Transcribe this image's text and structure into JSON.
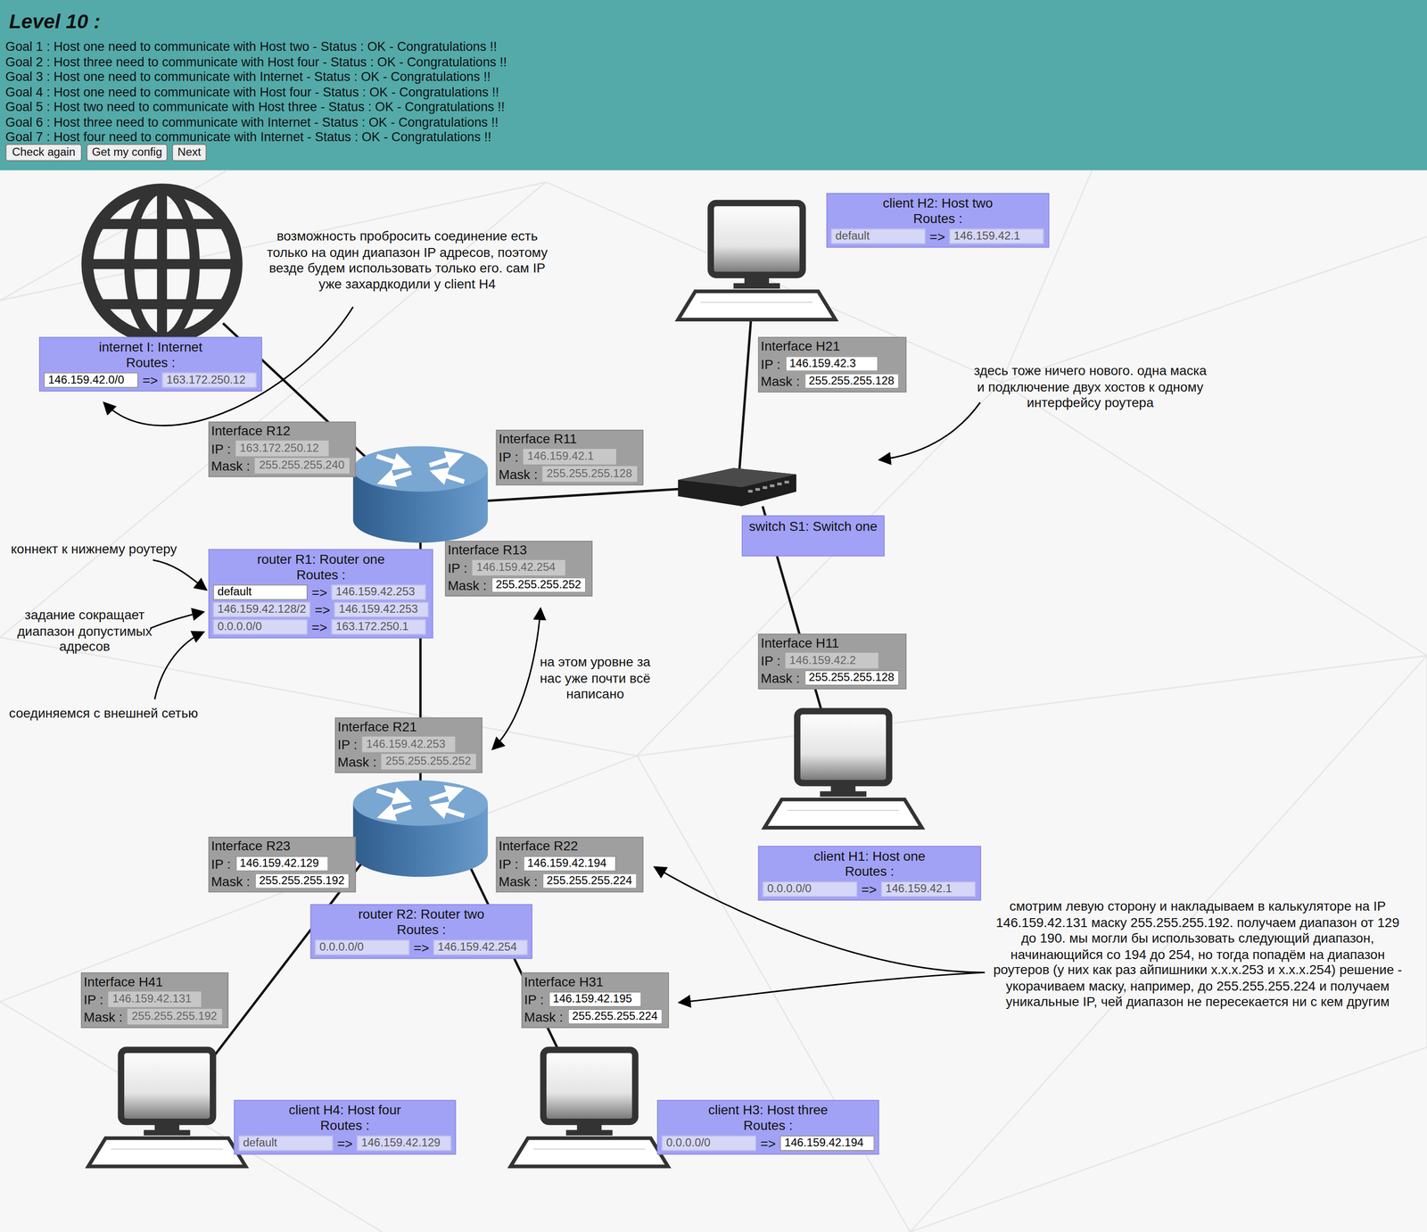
{
  "diagram": {
    "title": "Level 10 :",
    "nodes": [
      {
        "text": [
          "Check again"
        ]
      },
      {
        "text": [
          "Get my config"
        ]
      },
      {
        "text": [
          "Next"
        ]
      },
      {
        "text": [
          "client H2: Host two",
          "Routes :",
          "default",
          "=>",
          "146.159.42.1"
        ]
      },
      {
        "text": [
          "internet I: Internet",
          "Routes :",
          "146.159.42.0/0",
          "=>",
          "163.172.250.12"
        ]
      },
      {
        "text": [
          "Interface H21",
          "IP :",
          "146.159.42.3",
          "Mask :",
          "255.255.255.128"
        ]
      },
      {
        "text": [
          "Interface R12",
          "IP :",
          "163.172.250.12",
          "Mask :",
          "255.255.255.240"
        ]
      },
      {
        "text": [
          "Interface R11",
          "IP :",
          "146.159.42.1",
          "Mask :",
          "255.255.255.128"
        ]
      },
      {
        "text": [
          "switch S1: Switch one"
        ]
      },
      {
        "text": [
          "Interface R13",
          "IP :",
          "146.159.42.254",
          "Mask :",
          "255.255.255.252"
        ]
      },
      {
        "text": [
          "router R1: Router one",
          "Routes :",
          "default",
          "=>",
          "146.159.42.253",
          "146.159.42.128/2",
          "=>",
          "146.159.42.253",
          "0.0.0.0/0",
          "=>",
          "163.172.250.1"
        ]
      },
      {
        "text": [
          "Interface H11",
          "IP :",
          "146.159.42.2",
          "Mask :",
          "255.255.255.128"
        ]
      },
      {
        "text": [
          "Interface R21",
          "IP :",
          "146.159.42.253",
          "Mask :",
          "255.255.255.252"
        ]
      },
      {
        "text": [
          "Interface R23",
          "IP :",
          "146.159.42.129",
          "Mask :",
          "255.255.255.192"
        ]
      },
      {
        "text": [
          "Interface R22",
          "IP :",
          "146.159.42.194",
          "Mask :",
          "255.255.255.224"
        ]
      },
      {
        "text": [
          "client H1: Host one",
          "Routes :",
          "0.0.0.0/0",
          "=>",
          "146.159.42.1"
        ]
      },
      {
        "text": [
          "router R2: Router two",
          "Routes :",
          "0.0.0.0/0",
          "=>",
          "146.159.42.254"
        ]
      },
      {
        "text": [
          "Interface H41",
          "IP :",
          "146.159.42.131",
          "Mask :",
          "255.255.255.192"
        ]
      },
      {
        "text": [
          "Interface H31",
          "IP :",
          "146.159.42.195",
          "Mask :",
          "255.255.255.224"
        ]
      },
      {
        "text": [
          "client H4: Host four",
          "Routes :",
          "default",
          "=>",
          "146.159.42.129"
        ]
      },
      {
        "text": [
          "client H3: Host three",
          "Routes :",
          "0.0.0.0/0",
          "=>",
          "146.159.42.194"
        ]
      }
    ],
    "edges": [
      {
        "from": 4,
        "to": 10,
        "arrow": "none"
      },
      {
        "from": 10,
        "to": 8,
        "arrow": "none"
      },
      {
        "from": 8,
        "to": 3,
        "arrow": "none"
      },
      {
        "from": 8,
        "to": 15,
        "arrow": "none"
      },
      {
        "from": 10,
        "to": 16,
        "arrow": "none"
      },
      {
        "from": 16,
        "to": 19,
        "arrow": "none"
      },
      {
        "from": 16,
        "to": 20,
        "arrow": "none"
      }
    ],
    "labels": [
      "Goal 1 : Host one need to communicate with Host two - Status : OK - Congratulations !!",
      "Goal 2 : Host three need to communicate with Host four - Status : OK - Congratulations !!",
      "Goal 3 : Host one need to communicate with Internet - Status : OK - Congratulations !!",
      "Goal 4 : Host one need to communicate with Host four - Status : OK - Congratulations !!",
      "Goal 5 : Host two need to communicate with Host three - Status : OK - Congratulations !!",
      "Goal 6 : Host three need to communicate with Internet - Status : OK - Congratulations !!",
      "Goal 7 : Host four need to communicate with Internet - Status : OK - Congratulations !!",
      "возможность пробросить соединение есть только на один диапазон IP адресов, поэтому везде будем использовать только его. сам IP уже захардкодили у client H4",
      "здесь тоже ничего нового. одна маска и подключение двух хостов к одному интерфейсу роутера",
      "коннект к нижнему роутеру",
      "задание сокращает диапазон допустимых адресов",
      "соединяемся с внешней сетью",
      "на этом уровне за нас уже почти всё написано",
      "смотрим левую сторону и накладываем в калькуляторе на IP 146.159.42.131 маску 255.255.255.192. получаем диапазон от 129 до 190. мы могли бы использовать следующий диапазон, начинающийся со 194 до 254, но тогда попадём на диапазон роутеров (у них как раз айпишники x.x.x.253 и x.x.x.254) решение - укорачиваем маску, например, до 255.255.255.224 и получаем уникальные IP, чей диапазон не пересекается ни с кем другим"
    ]
  }
}
